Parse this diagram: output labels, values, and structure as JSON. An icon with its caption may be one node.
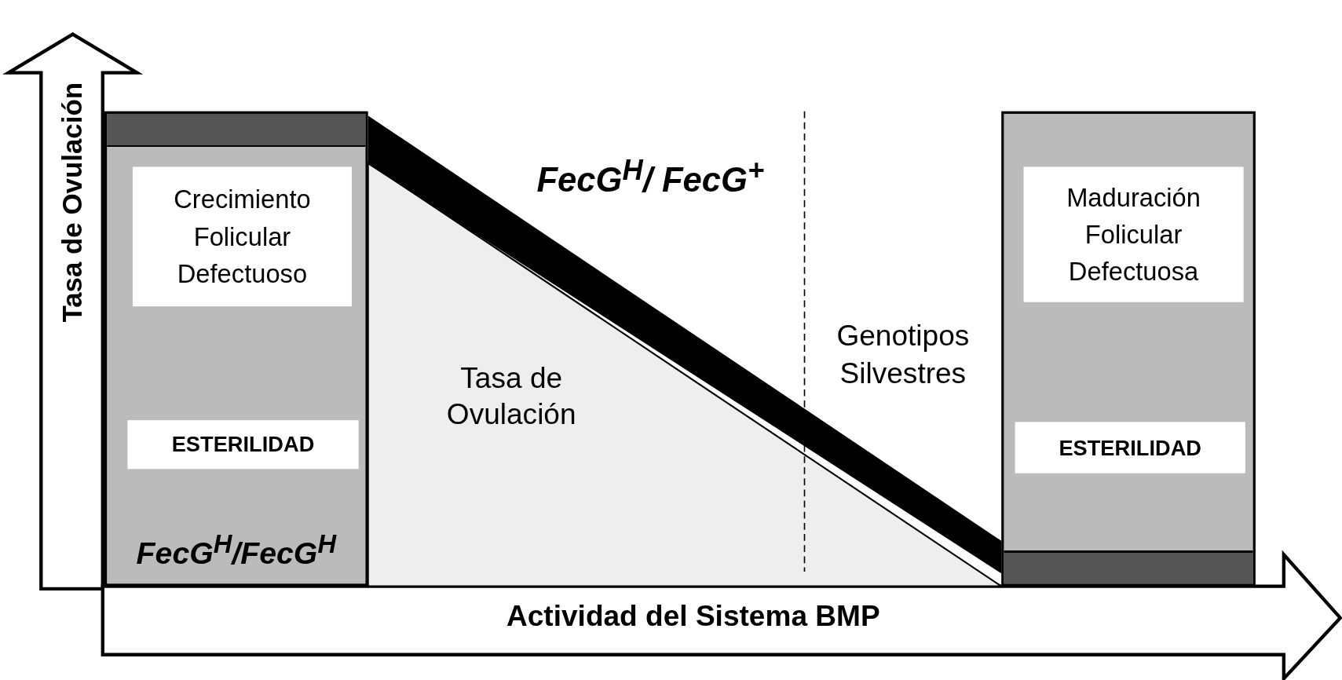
{
  "diagram": {
    "nodes": [
      {
        "text": [
          "FecG$^{H}$/FecG$^{H}$"
        ]
      },
      {
        "text": [
          "Crecimiento Folicular Defectuoso"
        ],
        "in": 0
      },
      {
        "text": [
          "ESTERILIDAD"
        ],
        "in": 0
      },
      {
        "text": [
          "Tasa de Ovulación"
        ]
      },
      {
        "text": [],
        "shape": "bar"
      },
      {
        "text": [
          "Maduración Folicular Defectuosa"
        ],
        "in": 4
      },
      {
        "text": [
          "ESTERILIDAD"
        ],
        "in": 4
      }
    ],
    "edges": [],
    "labels": [
      "Tasa de Ovulación",
      "FecG$^{H}$/ FecG$^{+}$",
      "Genotipos Silvestres",
      "Actividad del Sistema BMP"
    ]
  }
}
